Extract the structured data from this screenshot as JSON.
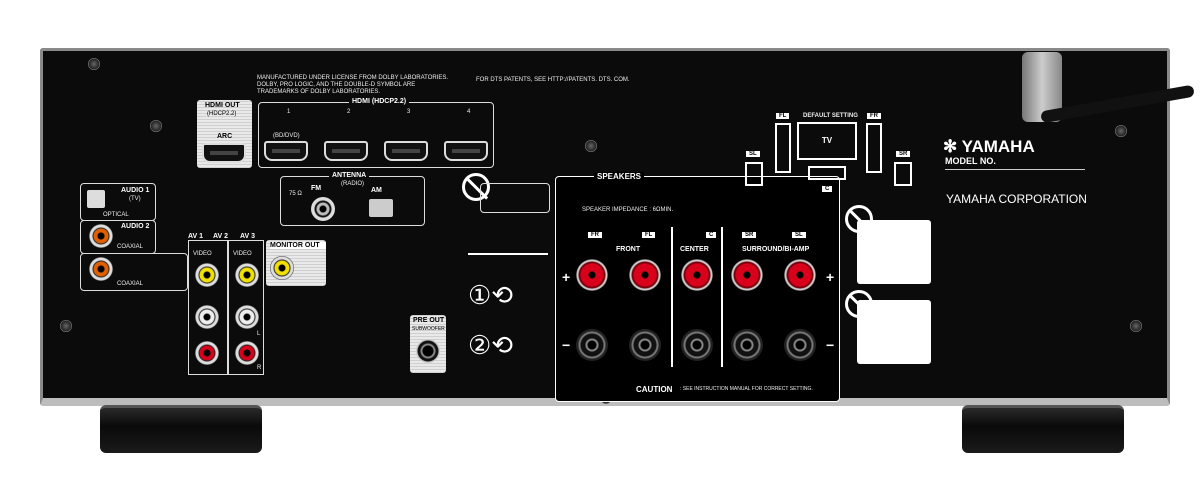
{
  "legal": {
    "dolby": "MANUFACTURED UNDER LICENSE FROM DOLBY LABORATORIES. DOLBY, PRO LOGIC, AND THE DOUBLE-D SYMBOL ARE TRADEMARKS OF DOLBY LABORATORIES.",
    "dts": "FOR DTS PATENTS, SEE HTTP://PATENTS. DTS. COM."
  },
  "hdmi_out": {
    "title": "HDMI OUT",
    "sub": "(HDCP2.2)",
    "arc": "ARC"
  },
  "hdmi": {
    "title": "HDMI (HDCP2.2)",
    "ports": [
      "1",
      "2",
      "3",
      "4"
    ],
    "port1_note": "(BD/DVD)"
  },
  "antenna": {
    "title": "ANTENNA",
    "sub": "(RADIO)",
    "fm": "FM",
    "am": "AM",
    "ohm": "75 Ω"
  },
  "audio": {
    "audio1": "AUDIO 1",
    "audio1_sub": "(TV)",
    "optical": "OPTICAL",
    "audio2": "AUDIO 2",
    "coaxial": "COAXIAL",
    "coaxial2": "COAXIAL"
  },
  "av": {
    "av1": "AV 1",
    "av2": "AV 2",
    "av3": "AV 3",
    "video": "VIDEO",
    "left": "L",
    "right": "R"
  },
  "monitor_out": "MONITOR OUT",
  "pre_out": {
    "title": "PRE OUT",
    "sub": "SUBWOOFER"
  },
  "speakers": {
    "title": "SPEAKERS",
    "impedance": "SPEAKER IMPEDANCE : 6ΩMIN.",
    "tags": [
      "FR",
      "FL",
      "C",
      "SR",
      "SL"
    ],
    "front": "FRONT",
    "center": "CENTER",
    "surround": "SURROUND/BI-AMP",
    "plus": "+",
    "minus": "−",
    "caution": "CAUTION",
    "caution_text": ": SEE INSTRUCTION MANUAL FOR CORRECT SETTING."
  },
  "default_setting": {
    "title": "DEFAULT SETTING",
    "tv": "TV",
    "tags": [
      "FL",
      "FR",
      "SL",
      "SR",
      "C"
    ]
  },
  "brand": {
    "logo": "YAMAHA",
    "model": "MODEL NO.",
    "corp": "YAMAHA CORPORATION"
  },
  "colors": {
    "panel": "#0b0b0b",
    "red_terminal": "#d8001a",
    "video_jack": "#f2e000"
  }
}
